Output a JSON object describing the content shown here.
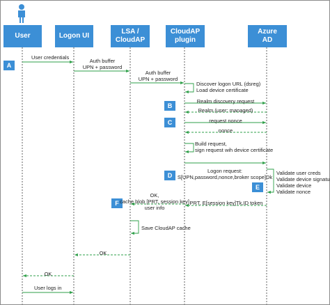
{
  "lifelines": [
    {
      "id": "user",
      "label_lines": [
        "User"
      ]
    },
    {
      "id": "logonui",
      "label_lines": [
        "Logon UI"
      ]
    },
    {
      "id": "lsa",
      "label_lines": [
        "LSA /",
        "CloudAP"
      ]
    },
    {
      "id": "cloudap",
      "label_lines": [
        "CloudAP",
        "plugin"
      ]
    },
    {
      "id": "azure",
      "label_lines": [
        "Azure",
        "AD"
      ]
    }
  ],
  "steps": [
    "A",
    "B",
    "C",
    "D",
    "E",
    "F"
  ],
  "messages": [
    {
      "id": "m1",
      "lines": [
        "User credentials"
      ]
    },
    {
      "id": "m2",
      "lines": [
        "Auth buffer",
        "UPN + password"
      ]
    },
    {
      "id": "m3",
      "lines": [
        "Auth buffer",
        "UPN + password"
      ]
    },
    {
      "id": "m4",
      "lines": [
        "Discover logon URL (dsreg)",
        "Load device certificate"
      ]
    },
    {
      "id": "m5",
      "lines": [
        "Realm discovery request"
      ]
    },
    {
      "id": "m6",
      "lines": [
        "Realm (user: managed)"
      ]
    },
    {
      "id": "m7",
      "lines": [
        "request nonce"
      ]
    },
    {
      "id": "m8",
      "lines": [
        "nonce"
      ]
    },
    {
      "id": "m9",
      "lines": [
        "Build request,",
        "sign request wih device certificate"
      ]
    },
    {
      "id": "m10",
      "lines": [
        "Logon request:",
        "S[UPN,password,nonce,broker scope]Dk"
      ]
    },
    {
      "id": "m11",
      "lines": [
        "Validate user creds",
        "Validate device signature",
        "Validate device",
        "Validate nonce"
      ]
    },
    {
      "id": "m12",
      "lines": [
        "PRT, E[session key]Tk,ID token"
      ]
    },
    {
      "id": "m13",
      "lines": [
        "OK,",
        "cache blob [PRT, session key]",
        "user info"
      ]
    },
    {
      "id": "m14",
      "lines": [
        "Save CloudAP cache"
      ]
    },
    {
      "id": "m15",
      "lines": [
        "OK"
      ]
    },
    {
      "id": "m16",
      "lines": [
        "OK"
      ]
    },
    {
      "id": "m17",
      "lines": [
        "User logs in"
      ]
    }
  ],
  "colors": {
    "accent": "#3c8fd6",
    "line": "#2e9f48",
    "text": "#222222"
  },
  "icons": {
    "actor": "person-icon"
  }
}
